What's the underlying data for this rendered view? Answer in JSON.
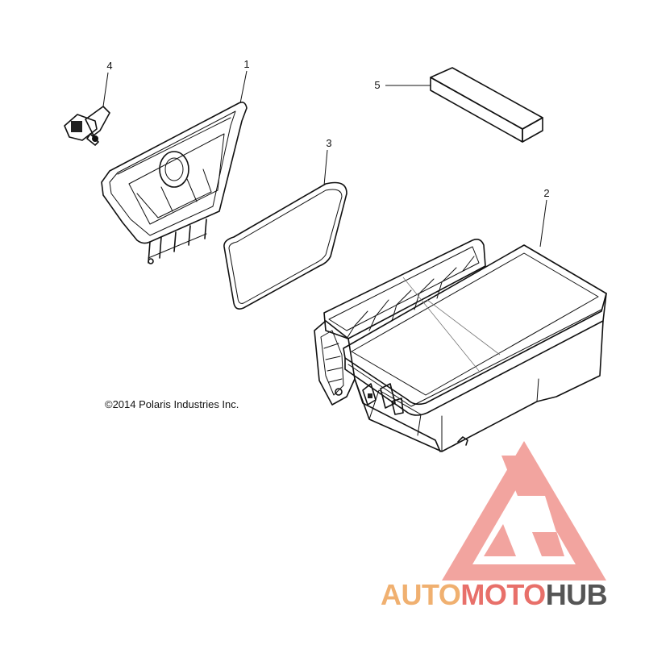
{
  "callouts": {
    "c1": "1",
    "c2": "2",
    "c3": "3",
    "c4": "4",
    "c5": "5"
  },
  "copyright": "©2014 Polaris Industries Inc.",
  "watermark": {
    "part_auto": "AUTO",
    "part_moto": "MOTO",
    "part_hub": "HUB",
    "color_light": "#f0b070",
    "color_red": "#e8706a",
    "color_gray": "#555555",
    "logo_color": "#f2a09a"
  }
}
